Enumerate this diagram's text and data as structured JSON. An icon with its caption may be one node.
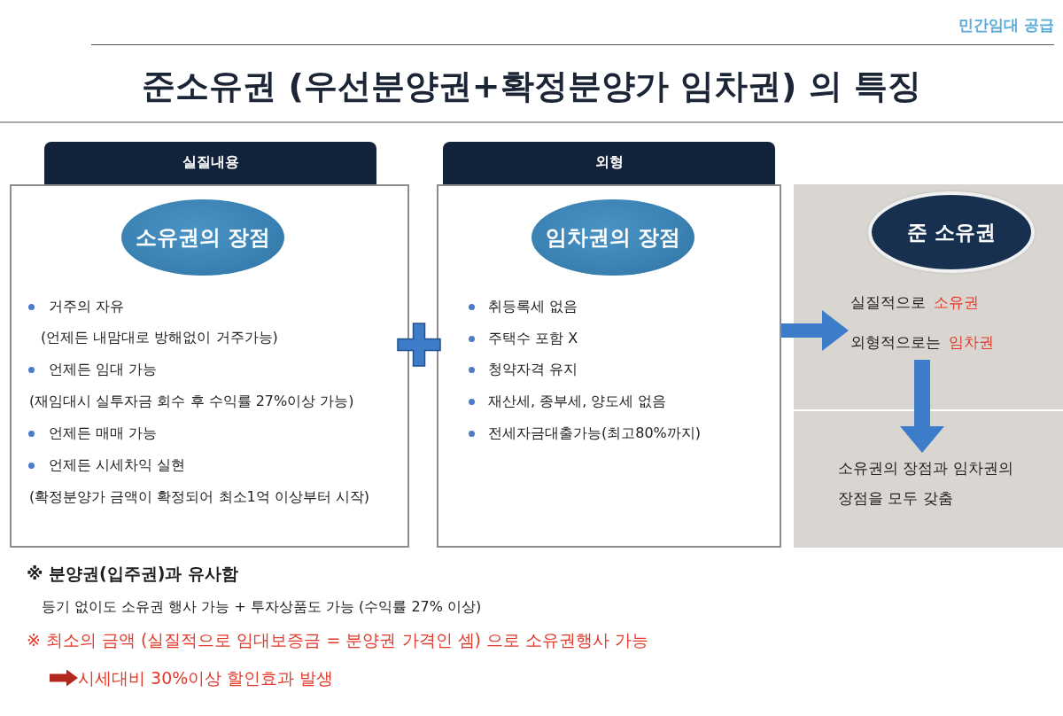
{
  "diagram": {
    "title": "준소유권 (우선분양권+확정분양가 임차권) 의 특징",
    "nodes": [
      {
        "text": [
          "실질내용"
        ]
      },
      {
        "text": [
          "거주의 자유",
          "(언제든 내맘대로 방해없이 거주가능)",
          "언제든 임대 가능",
          "(재임대시 실투자금 회수 후 수익률 27%이상 가능)",
          "언제든 매매 가능",
          "언제든 시세차익 실현",
          "(확정분양가 금액이 확정되어 최소1억 이상부터 시작)"
        ]
      },
      {
        "text": [
          "소유권의 장점"
        ],
        "in": 1
      },
      {
        "text": [
          "외형"
        ]
      },
      {
        "text": [
          "취등록세 없음",
          "주택수 포함 X",
          "청약자격 유지",
          "재산세, 종부세, 양도세 없음",
          "전세자금대출가능(최고80%까지)"
        ]
      },
      {
        "text": [
          "임차권의 장점"
        ],
        "in": 4
      },
      {
        "text": [],
        "shape": "box"
      },
      {
        "text": [
          "준 소유권"
        ],
        "in": 6
      },
      {
        "text": [
          "실질적으로",
          "소유권",
          "외형적으로는",
          "임차권"
        ],
        "in": 6
      },
      {
        "text": [
          "소유권의 장점과 임차권의 장점을 모두 갖춤"
        ],
        "in": 6
      },
      {
        "text": [
          "시세대비 30%이상 할인효과 발생"
        ]
      }
    ],
    "edges": [
      {
        "from": 4,
        "to": 8,
        "arrow": "to"
      },
      {
        "from": 8,
        "to": 9,
        "arrow": "to"
      },
      {
        "from": null,
        "to": 10,
        "arrow": "to",
        "color": "#b3261e"
      }
    ],
    "labels": [
      "민간임대 공급",
      "※ 분양권(입주권)과 유사함",
      "등기 없이도 소유권 행사 가능 + 투자상품도 가능 (수익률 27% 이상)",
      "※ 최소의 금액 (실질적으로 임대보증금 = 분양권 가격인 셈) 으로 소유권행사 가능"
    ]
  }
}
